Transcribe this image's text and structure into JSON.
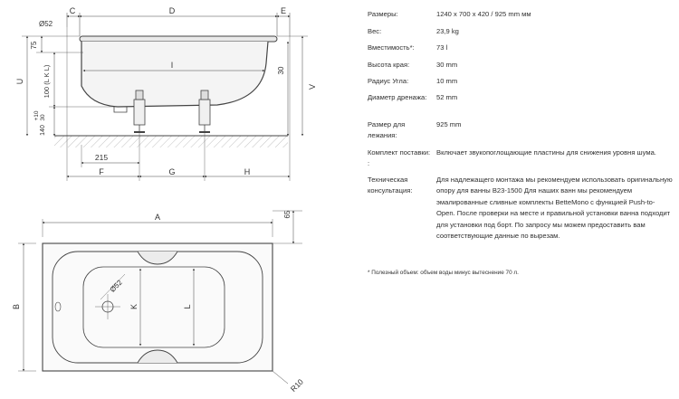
{
  "drawing": {
    "side": {
      "C": "C",
      "D": "D",
      "E": "E",
      "dia": "Ø52",
      "d75": "75",
      "U": "U",
      "d100": "100 (L K L)",
      "I": "I",
      "d30": "30",
      "V": "V",
      "d10": "+10",
      "d30b": "30",
      "d140": "140",
      "d215": "215",
      "F": "F",
      "G": "G",
      "H": "H"
    },
    "top": {
      "A": "A",
      "d65": "65",
      "B": "B",
      "dia": "Ø52",
      "K": "K",
      "L": "L",
      "R10": "R10"
    }
  },
  "specs": [
    {
      "label": "Размеры:",
      "value": "1240 x 700 x 420 / 925 mm мм"
    },
    {
      "label": "Вес:",
      "value": "23,9 kg"
    },
    {
      "label": "Вместимость*:",
      "value": "73 l"
    },
    {
      "label": "Высота края:",
      "value": "30 mm"
    },
    {
      "label": "Радиус Угла:",
      "value": "10 mm"
    },
    {
      "label": "Диаметр дренажа:",
      "value": "52 mm"
    },
    {
      "label": "Размер для лежания:",
      "value": "925 mm"
    },
    {
      "label": "Комплект поставки: :",
      "value": "Включает звукопоглощающие пластины для снижения уровня шума."
    },
    {
      "label": "Техническая консультация:",
      "value": "Для надлежащего монтажа мы рекомендуем использовать оригинальную опору для ванны B23-1500 Для наших ванн мы рекомендуем эмалированные сливные комплекты BetteMono с функцией Push-to-Open. После проверки на месте и правильной установки ванна подходит для установки под борт. По запросу мы можем предоставить вам соответствующие данные по вырезам."
    }
  ],
  "footnote": "* Полезный объем: объем воды минус вытеснение 70 л."
}
